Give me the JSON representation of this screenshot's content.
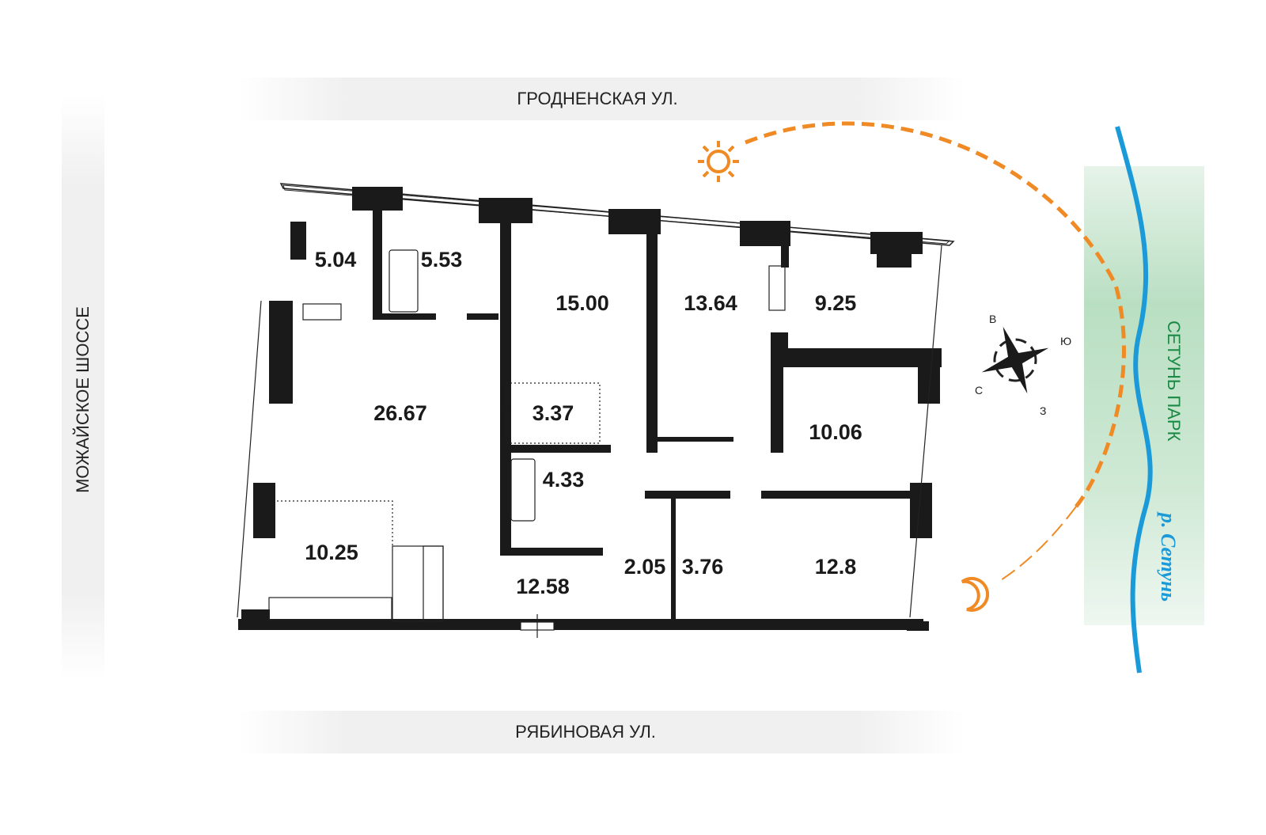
{
  "streets": {
    "top": "ГРОДНЕНСКАЯ УЛ.",
    "bottom": "РЯБИНОВАЯ УЛ.",
    "left": "МОЖАЙСКОЕ ШОССЕ"
  },
  "park": {
    "label": "СЕТУНЬ ПАРК"
  },
  "river": {
    "label": "р. Сетунь"
  },
  "compass": {
    "n": "С",
    "s": "Ю",
    "e": "В",
    "w": "З"
  },
  "rooms": {
    "r1": "5.04",
    "r2": "5.53",
    "r3": "15.00",
    "r4": "13.64",
    "r5": "9.25",
    "r6": "26.67",
    "r7": "3.37",
    "r8": "10.06",
    "r9": "4.33",
    "r10": "10.25",
    "r11": "12.58",
    "r12": "2.05",
    "r13": "3.76",
    "r14": "12.8"
  },
  "colors": {
    "sun": "#f08a24",
    "river": "#1a9ad9",
    "park": "#1a8a45",
    "wall": "#1a1a1a"
  }
}
